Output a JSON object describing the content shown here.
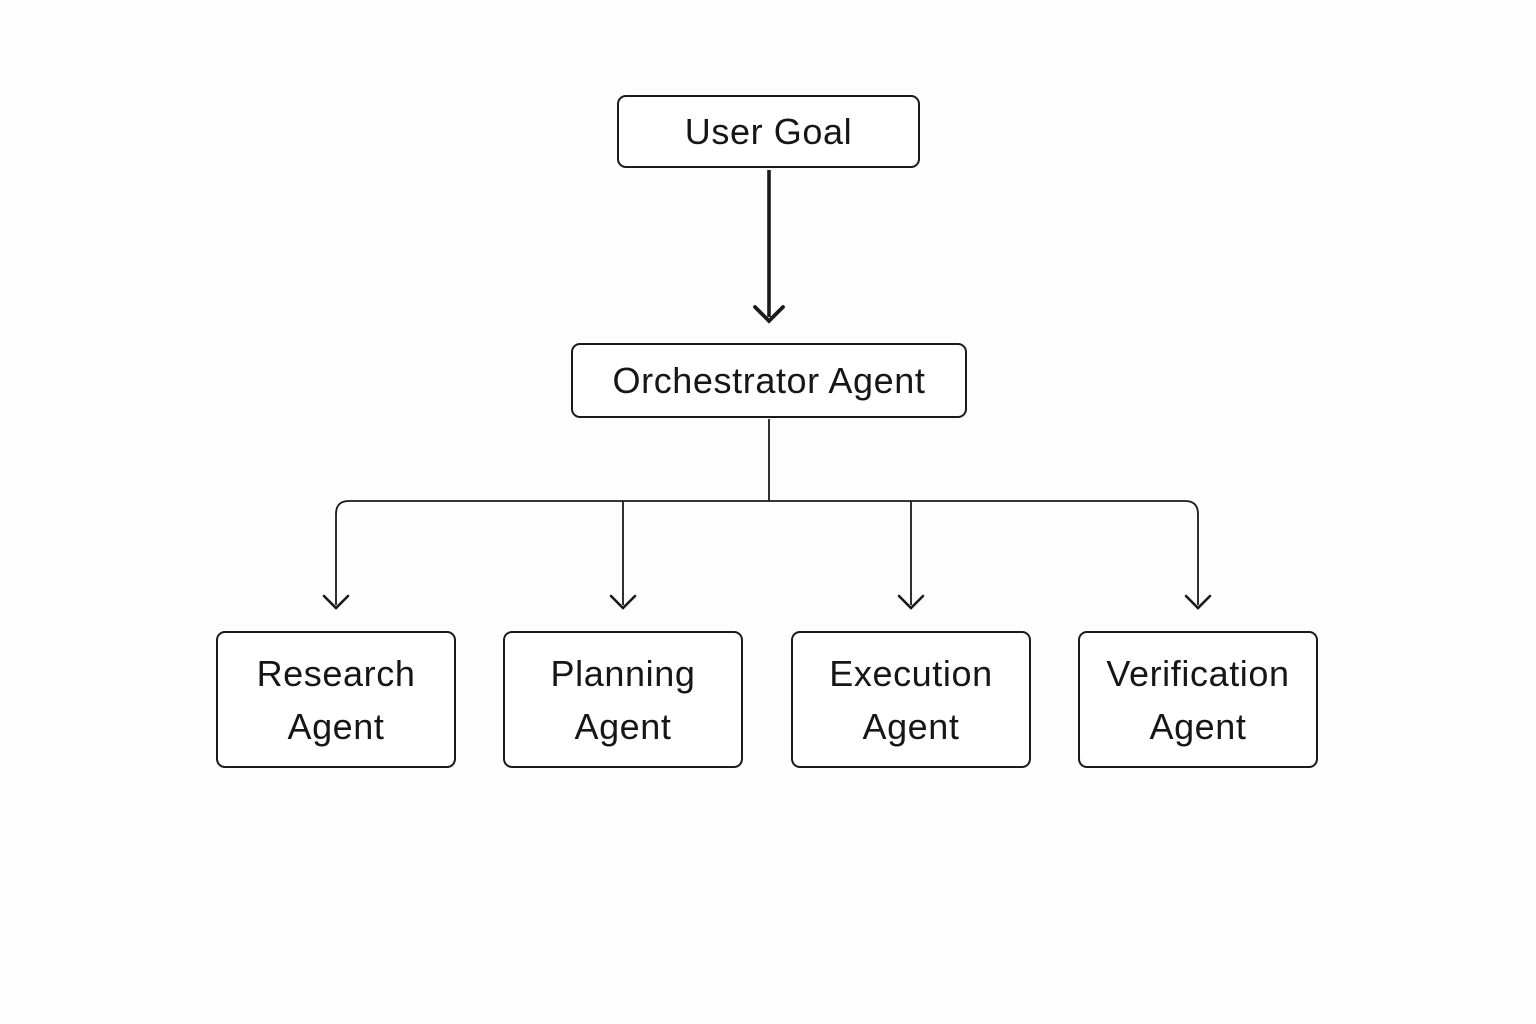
{
  "colors": {
    "background": "#fdfdfd",
    "box_fill": "#ffffff",
    "line": "#1a1a1a",
    "text": "#161616"
  },
  "diagram": {
    "type": "flowchart",
    "root": {
      "label": "User Goal"
    },
    "orchestrator": {
      "label": "Orchestrator Agent"
    },
    "agents": [
      {
        "label_line1": "Research",
        "label_line2": "Agent"
      },
      {
        "label_line1": "Planning",
        "label_line2": "Agent"
      },
      {
        "label_line1": "Execution",
        "label_line2": "Agent"
      },
      {
        "label_line1": "Verification",
        "label_line2": "Agent"
      }
    ],
    "edges": [
      {
        "from": "User Goal",
        "to": "Orchestrator Agent"
      },
      {
        "from": "Orchestrator Agent",
        "to": "Research Agent"
      },
      {
        "from": "Orchestrator Agent",
        "to": "Planning Agent"
      },
      {
        "from": "Orchestrator Agent",
        "to": "Execution Agent"
      },
      {
        "from": "Orchestrator Agent",
        "to": "Verification Agent"
      }
    ]
  }
}
